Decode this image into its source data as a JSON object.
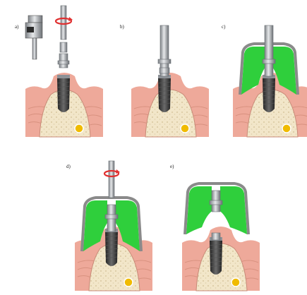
{
  "panels": [
    {
      "label": "a)"
    },
    {
      "label": "b)"
    },
    {
      "label": "c)"
    },
    {
      "label": "d)"
    },
    {
      "label": "e)"
    }
  ],
  "colors": {
    "gum": "#eea99a",
    "gum_dark": "#c97f6c",
    "bone": "#f2e6c9",
    "bone_speckle": "#d9caa3",
    "nerve": "#f2c000",
    "implant_dark": "#3a3a3a",
    "metal": "#bfc2c6",
    "metal_dark": "#6f7378",
    "impression": "#2fcf3c",
    "tray": "#8a8a8a",
    "rotation_arrow": "#e03030"
  },
  "icons": [
    "screwdriver-icon",
    "rotation-arrow-icon"
  ]
}
